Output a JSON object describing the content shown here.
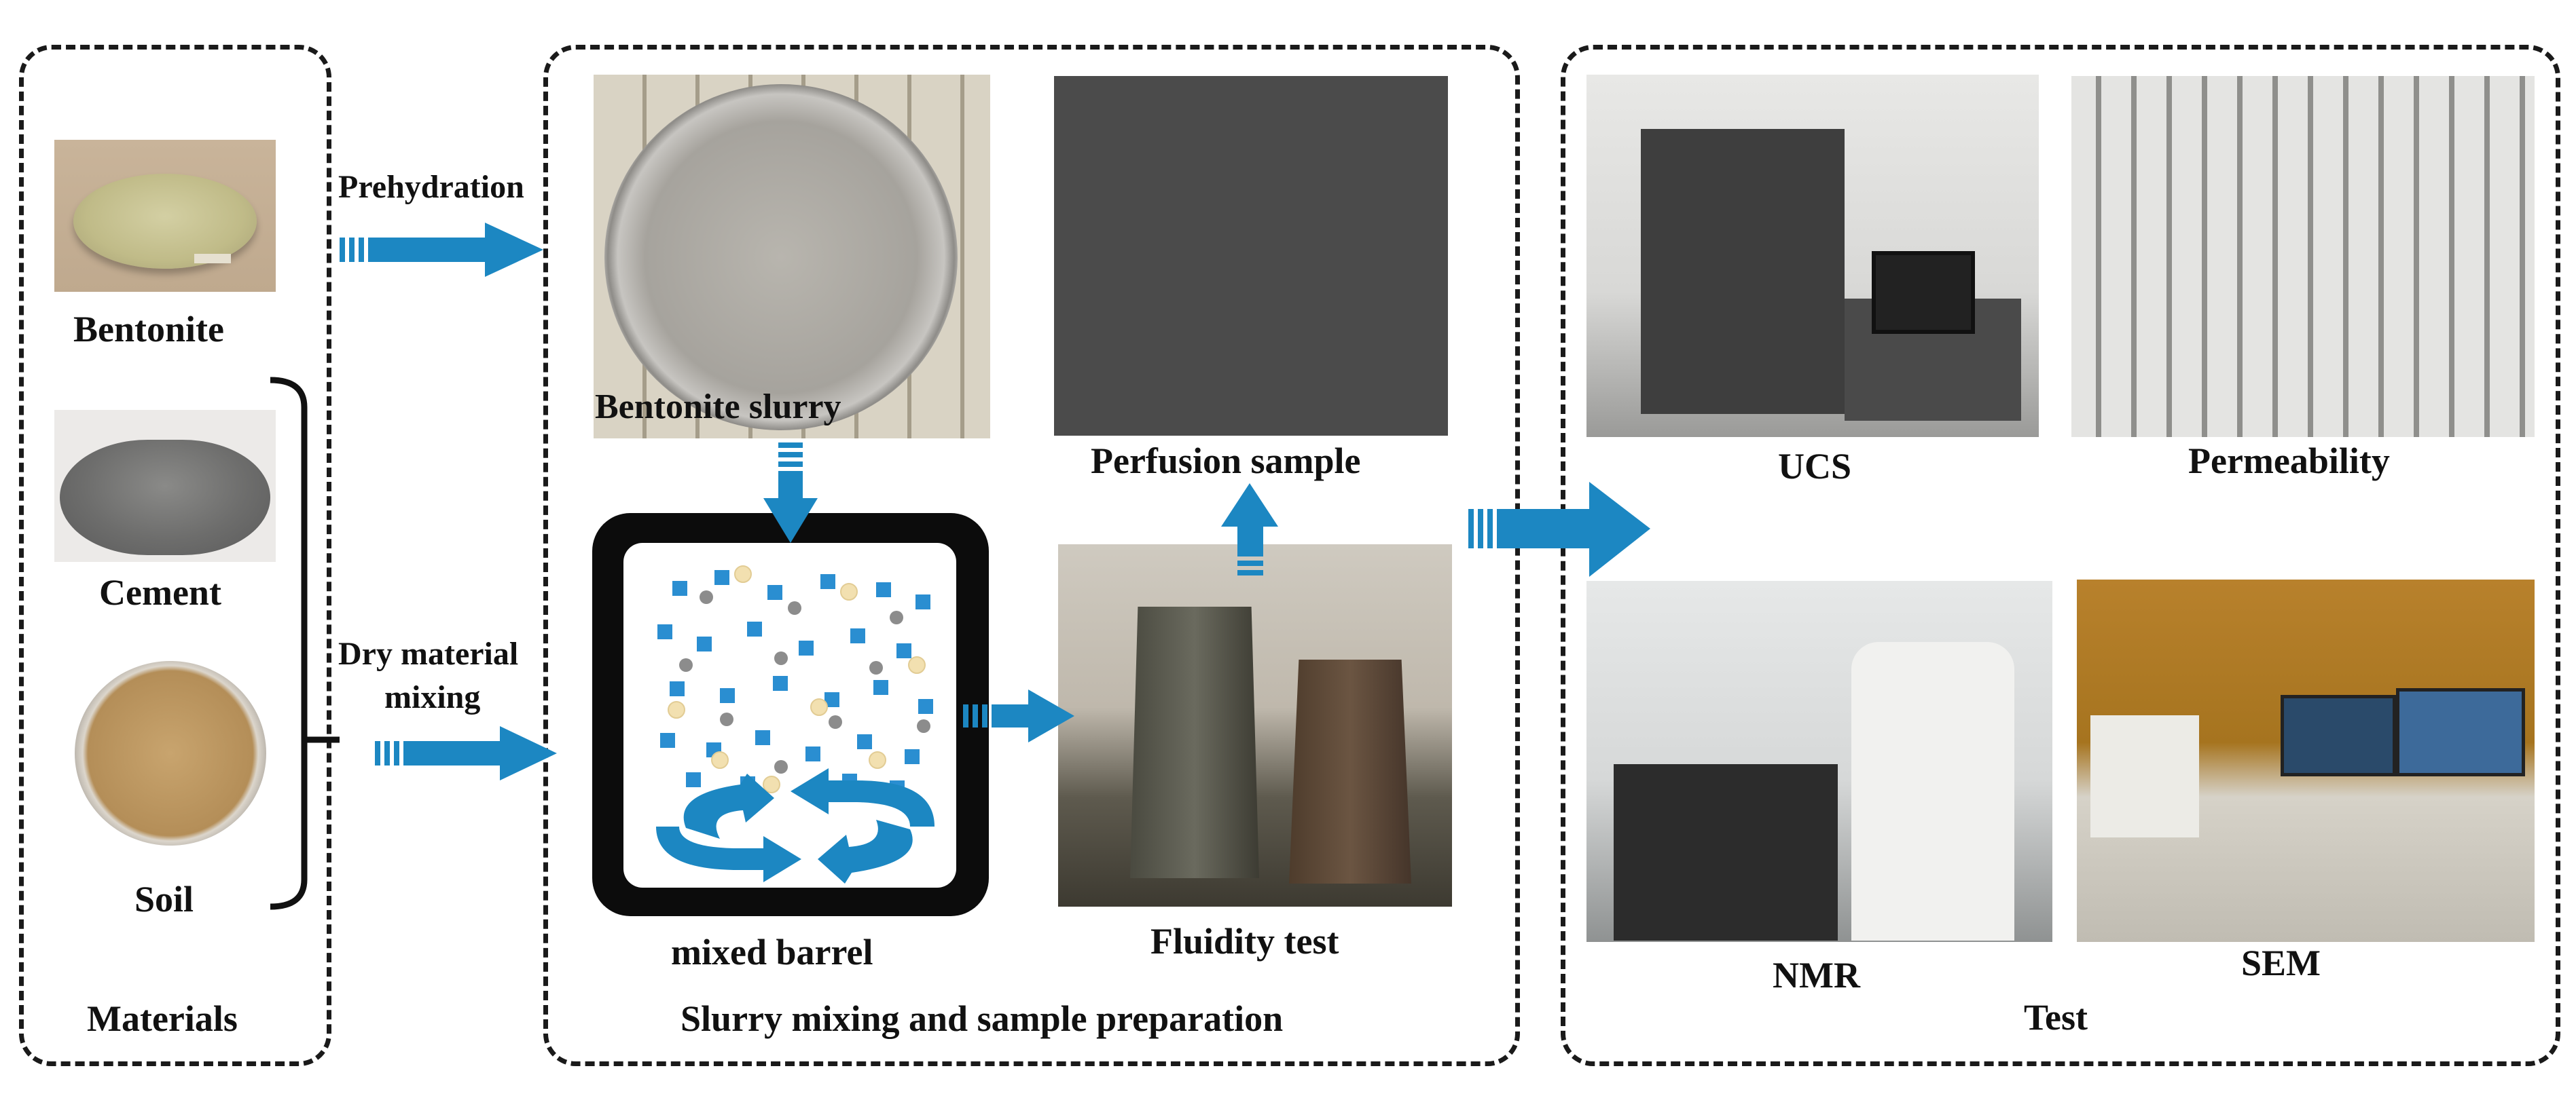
{
  "materials": {
    "panel_title": "Materials",
    "items": [
      "Bentonite",
      "Cement",
      "Soil"
    ]
  },
  "arrows": {
    "prehydration": "Prehydration",
    "dry_mixing_line1": "Dry material",
    "dry_mixing_line2": "mixing"
  },
  "mixing": {
    "panel_title": "Slurry mixing and sample preparation",
    "bentonite_slurry": "Bentonite slurry",
    "mixed_barrel": "mixed barrel",
    "perfusion_sample": "Perfusion sample",
    "fluidity_test": "Fluidity test"
  },
  "test": {
    "panel_title": "Test",
    "items": [
      "UCS",
      "Permeability",
      "NMR",
      "SEM"
    ]
  },
  "colors": {
    "arrow_blue": "#1c87c2",
    "panel_border": "#1a1a1a"
  }
}
